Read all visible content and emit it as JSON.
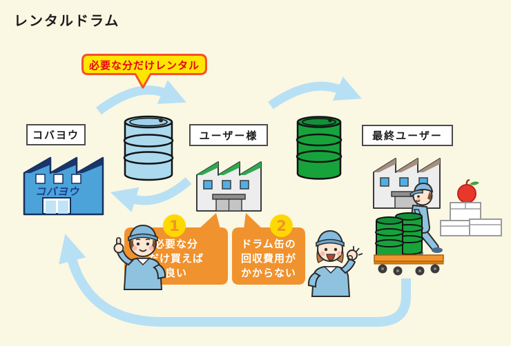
{
  "title": "レンタルドラム",
  "callout": {
    "text": "必要な分だけレンタル"
  },
  "nodes": {
    "kobayo": {
      "label": "コバヨウ",
      "factory_sign": "コバヨウ"
    },
    "user": {
      "label": "ユーザー様"
    },
    "end_user": {
      "label": "最終ユーザー"
    }
  },
  "benefits": [
    {
      "number": "1",
      "lines": [
        "必要な分",
        "だけ買えば",
        "良い"
      ]
    },
    {
      "number": "2",
      "lines": [
        "ドラム缶の",
        "回収費用が",
        "かからない"
      ]
    }
  ],
  "flow_arrows": [
    {
      "name": "rental-arrow",
      "from": "kobayo",
      "to": "user"
    },
    {
      "name": "delivery-arrow",
      "from": "user",
      "to": "end_user"
    },
    {
      "name": "drum-return-arrow",
      "from": "user",
      "to": "kobayo"
    },
    {
      "name": "collection-loop-arrow",
      "from": "end_user",
      "to": "kobayo"
    }
  ],
  "illustrations": [
    "blue-drum",
    "green-drum",
    "kobayo-factory",
    "user-factory",
    "end-user-factory",
    "worker-pointing",
    "worker-ok-sign",
    "worker-with-hand-cart",
    "hand-cart",
    "cardboard-boxes",
    "apple"
  ],
  "colors": {
    "background": "#FAF7E3",
    "arrow": "#B7E0F4",
    "callout_bg": "#FFE600",
    "callout_border": "#F4512C",
    "callout_text": "#E60012",
    "bubble_bg": "#F0922E",
    "badge_bg": "#FFD800",
    "badge_number": "#F0922E",
    "drum_blue": "#ABD9EE",
    "drum_green": "#17A33C",
    "factory_blue": "#4BA3D9",
    "roof_navy": "#19366B",
    "roof_green": "#2FA84F",
    "roof_tan": "#A78F7D"
  }
}
